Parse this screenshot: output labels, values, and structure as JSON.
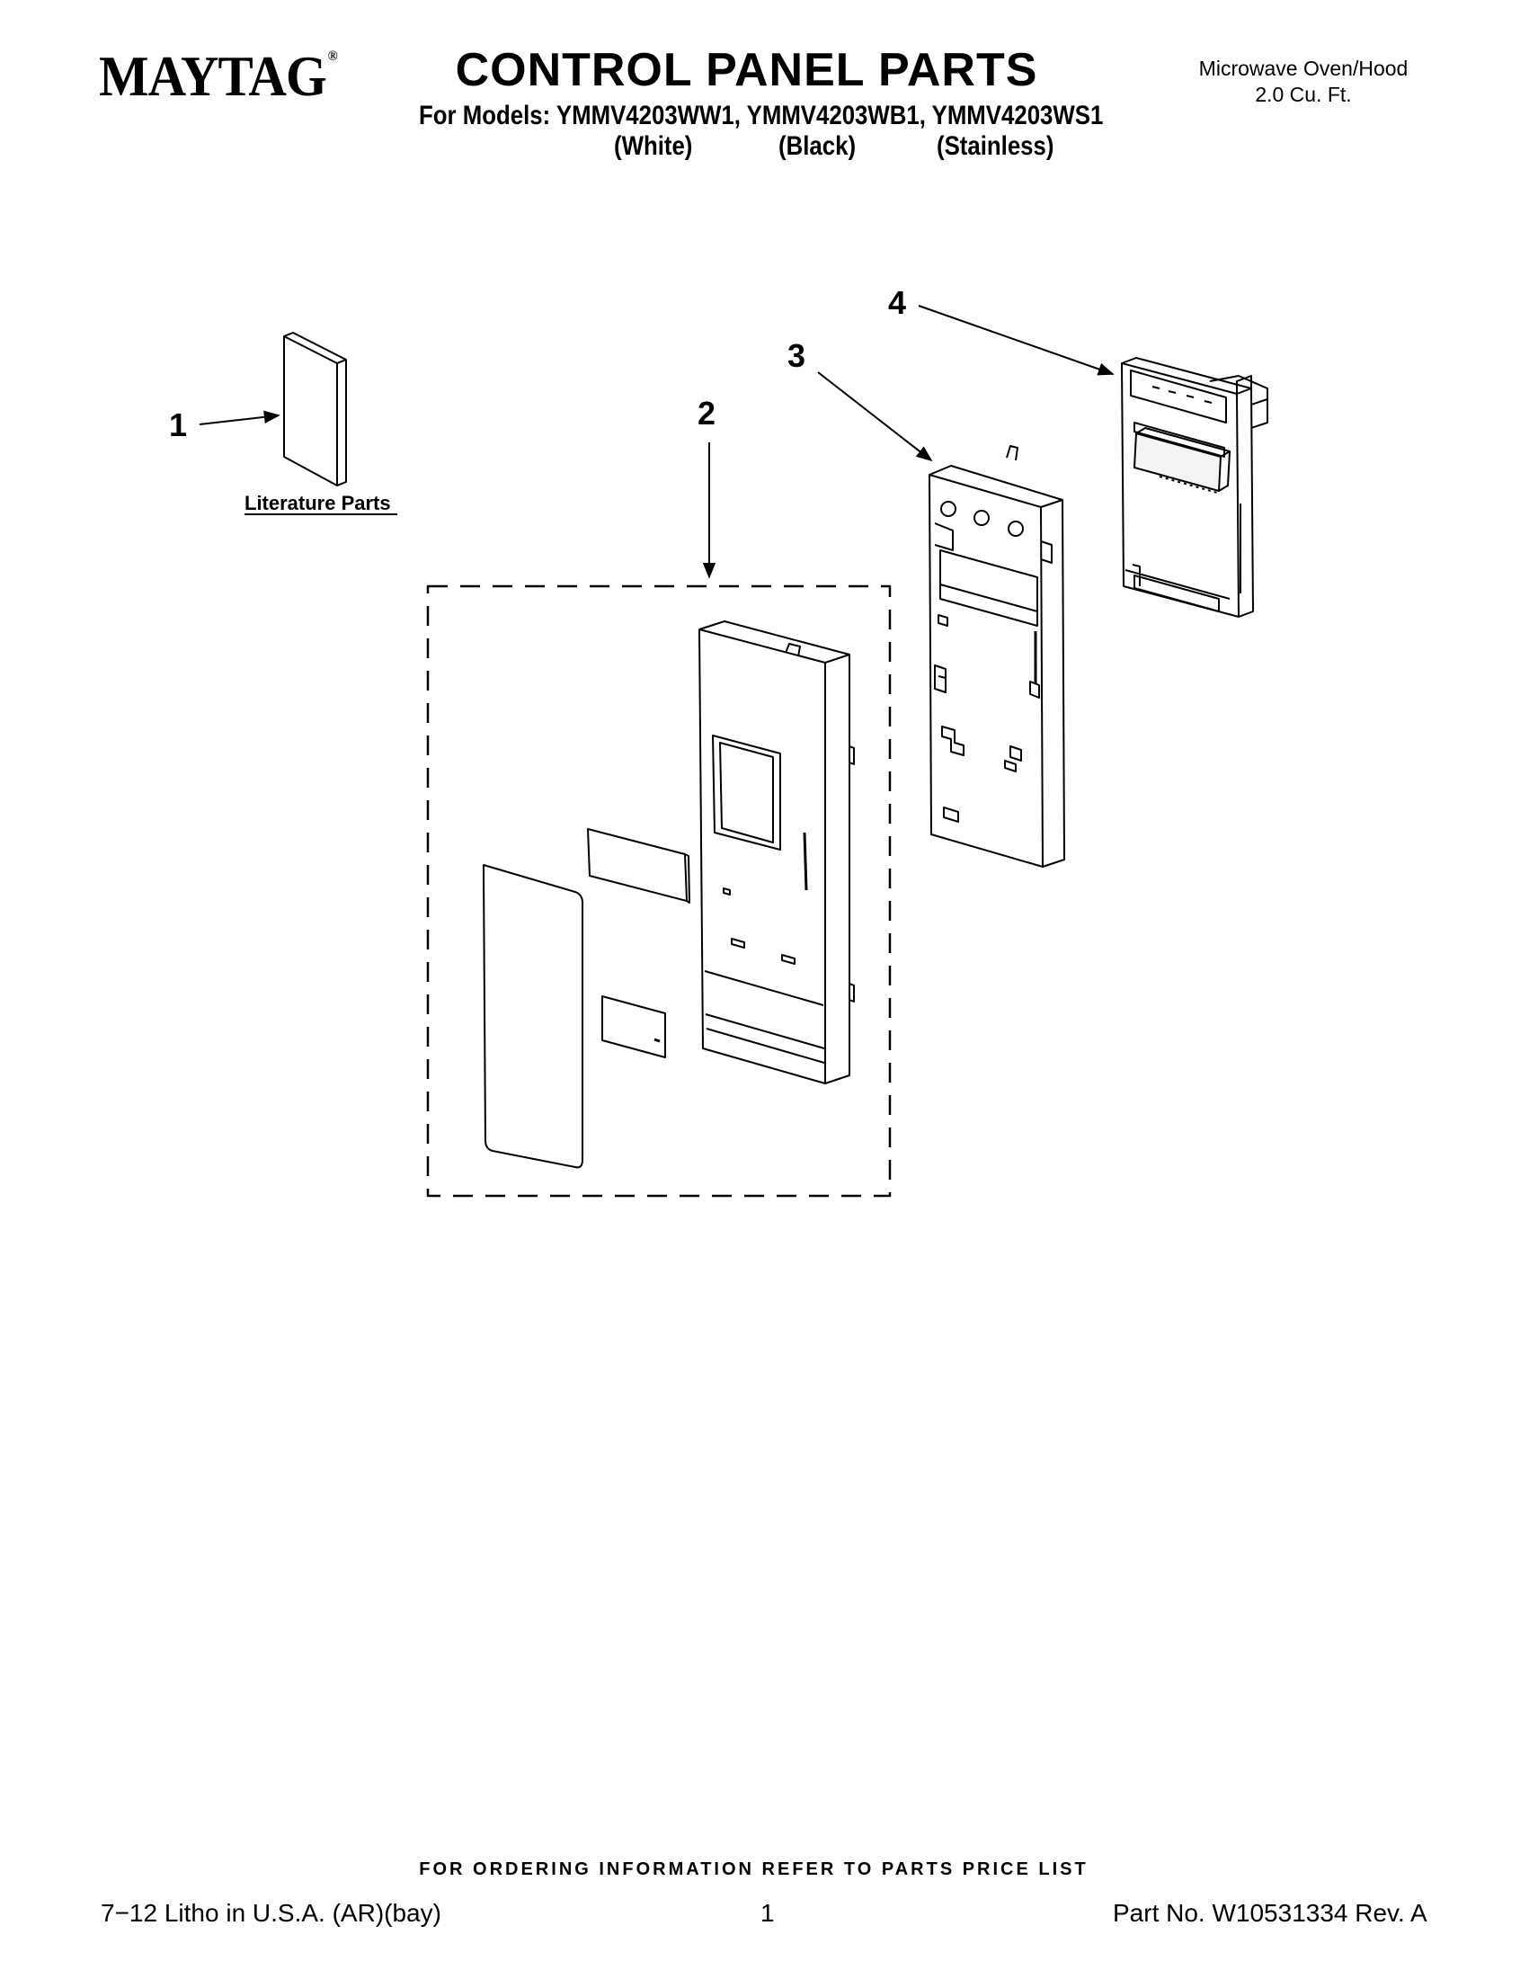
{
  "header": {
    "brand": "MAYTAG",
    "brand_mark": "®",
    "title": "CONTROL PANEL PARTS",
    "models_line": "For Models: YMMV4203WW1, YMMV4203WB1, YMMV4203WS1",
    "variants": [
      "(White)",
      "(Black)",
      "(Stainless)"
    ],
    "product_line1": "Microwave Oven/Hood",
    "product_line2": "2.0 Cu. Ft."
  },
  "diagram": {
    "callouts": [
      "1",
      "2",
      "3",
      "4"
    ],
    "literature_label": "Literature Parts"
  },
  "footer": {
    "ordering_note": "FOR ORDERING INFORMATION REFER TO PARTS PRICE LIST",
    "litho": "7−12 Litho in U.S.A. (AR)(bay)",
    "page_number": "1",
    "part_number": "Part No. W10531334 Rev. A"
  }
}
